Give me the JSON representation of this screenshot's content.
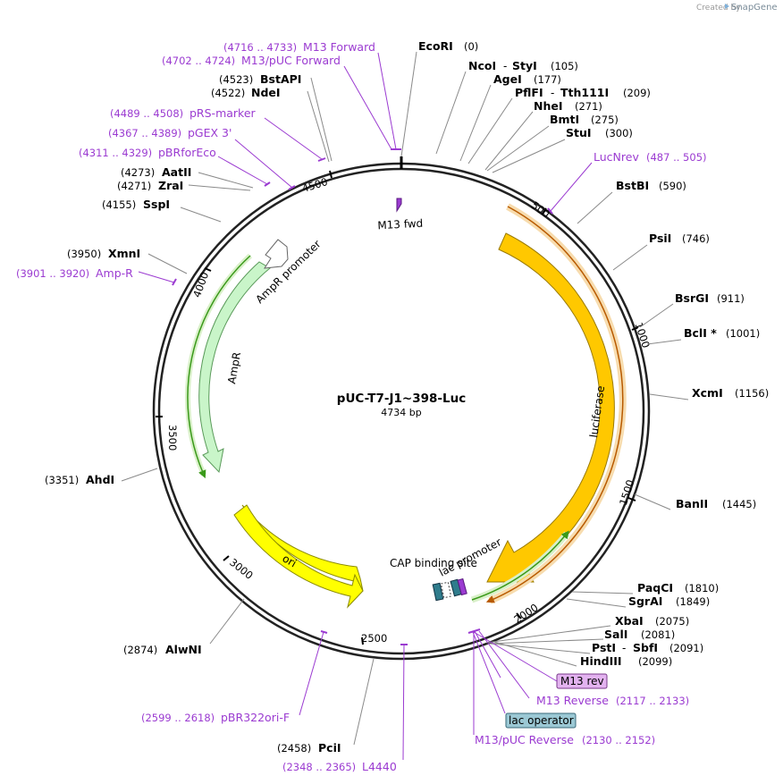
{
  "credit": {
    "prefix": "Created by",
    "brand": "SnapGene"
  },
  "plasmid": {
    "name": "pUC-T7-J1~398-Luc",
    "length": "4734 bp",
    "total": 4734
  },
  "ticks": [
    "500",
    "1000",
    "1500",
    "2000",
    "2500",
    "3000",
    "3500",
    "4000",
    "4500"
  ],
  "enzymes": [
    {
      "name": "EcoRI",
      "pos": "(0)"
    },
    {
      "name": "NcoI",
      "sep": "-",
      "name2": "StyI",
      "pos": "(105)"
    },
    {
      "name": "AgeI",
      "pos": "(177)"
    },
    {
      "name": "PflFI",
      "sep": "-",
      "name2": "Tth111I",
      "pos": "(209)"
    },
    {
      "name": "NheI",
      "pos": "(271)"
    },
    {
      "name": "BmtI",
      "pos": "(275)"
    },
    {
      "name": "StuI",
      "pos": "(300)"
    },
    {
      "name": "BstBI",
      "pos": "(590)"
    },
    {
      "name": "PsiI",
      "pos": "(746)"
    },
    {
      "name": "BsrGI",
      "pos": "(911)"
    },
    {
      "name": "BclI *",
      "pos": "(1001)"
    },
    {
      "name": "XcmI",
      "pos": "(1156)"
    },
    {
      "name": "BanII",
      "pos": "(1445)"
    },
    {
      "name": "PaqCI",
      "pos": "(1810)"
    },
    {
      "name": "SgrAI",
      "pos": "(1849)"
    },
    {
      "name": "XbaI",
      "pos": "(2075)"
    },
    {
      "name": "SalI",
      "pos": "(2081)"
    },
    {
      "name": "PstI",
      "sep": "-",
      "name2": "SbfI",
      "pos": "(2091)"
    },
    {
      "name": "HindIII",
      "pos": "(2099)"
    },
    {
      "name": "PciI",
      "pos": "(2458)"
    },
    {
      "name": "AlwNI",
      "pos": "(2874)"
    },
    {
      "name": "AhdI",
      "pos": "(3351)"
    },
    {
      "name": "XmnI",
      "pos": "(3950)"
    },
    {
      "name": "SspI",
      "pos": "(4155)"
    },
    {
      "name": "ZraI",
      "pos": "(4271)"
    },
    {
      "name": "AatII",
      "pos": "(4273)"
    },
    {
      "name": "NdeI",
      "pos": "(4522)"
    },
    {
      "name": "BstAPI",
      "pos": "(4523)"
    }
  ],
  "primers": [
    {
      "name": "M13 Forward",
      "range": "(4716 .. 4733)"
    },
    {
      "name": "M13/pUC Forward",
      "range": "(4702 .. 4724)"
    },
    {
      "name": "pRS-marker",
      "range": "(4489 .. 4508)"
    },
    {
      "name": "pGEX 3'",
      "range": "(4367 .. 4389)"
    },
    {
      "name": "pBRforEco",
      "range": "(4311 .. 4329)"
    },
    {
      "name": "Amp-R",
      "range": "(3901 .. 3920)"
    },
    {
      "name": "LucNrev",
      "range": "(487 .. 505)"
    },
    {
      "name": "M13 Reverse",
      "range": "(2117 .. 2133)"
    },
    {
      "name": "M13/pUC Reverse",
      "range": "(2130 .. 2152)"
    },
    {
      "name": "pBR322ori-F",
      "range": "(2599 .. 2618)"
    },
    {
      "name": "L4440",
      "range": "(2348 .. 2365)"
    }
  ],
  "boxed_labels": {
    "m13rev": "M13 rev",
    "lac_operator": "lac operator"
  },
  "features": {
    "m13fwd": "M13 fwd",
    "luciferase": "luciferase",
    "ori": "ori",
    "ampr": "AmpR",
    "ampr_promoter": "AmpR promoter",
    "cap": "CAP binding site",
    "lac_promoter": "lac promoter"
  },
  "colors": {
    "primer": "#9b3bd1",
    "luciferase": "#ffc800",
    "ori": "#ffff00",
    "ampr": "#c9f5c9",
    "m13rev_box": "#e3b3f0",
    "lac_operator_box": "#9bc8d4",
    "orf_green": "#3a9a1a",
    "orf_orange": "#c86a10"
  }
}
